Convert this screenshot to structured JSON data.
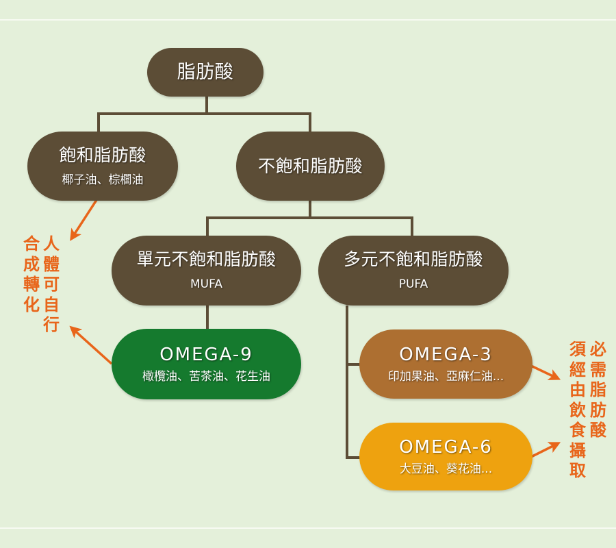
{
  "colors": {
    "background": "#e4f0da",
    "node_brown": "#5c4d36",
    "omega9_green": "#157a2e",
    "omega3_bronze": "#ad6f31",
    "omega6_amber": "#eea20f",
    "annotation_orange": "#e8651a",
    "connector": "#5c4d36"
  },
  "diagram": {
    "root": {
      "title": "脂肪酸"
    },
    "saturated": {
      "title": "飽和脂肪酸",
      "examples": "椰子油、棕櫚油"
    },
    "unsaturated": {
      "title": "不飽和脂肪酸"
    },
    "mufa": {
      "title": "單元不飽和脂肪酸",
      "abbr": "MUFA"
    },
    "pufa": {
      "title": "多元不飽和脂肪酸",
      "abbr": "PUFA"
    },
    "omega9": {
      "title": "OMEGA-9",
      "examples": "橄欖油、苦茶油、花生油"
    },
    "omega3": {
      "title": "OMEGA-3",
      "examples": "印加果油、亞麻仁油..."
    },
    "omega6": {
      "title": "OMEGA-6",
      "examples": "大豆油、葵花油..."
    }
  },
  "annotations": {
    "left": {
      "line1": "人體可自行",
      "line2": "合成轉化"
    },
    "right": {
      "line1": "必需脂肪酸",
      "line2": "須經由飲食攝取"
    }
  }
}
